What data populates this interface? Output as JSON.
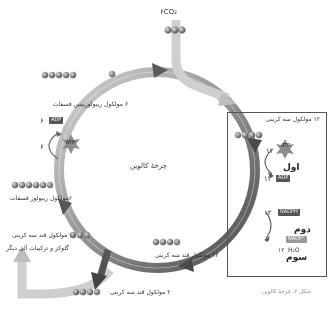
{
  "top_label": "۶CO₂",
  "center_label": "چرخهٔ کالوین",
  "caption": "شکل ۲ـ چرخهٔ کالوین",
  "labels": {
    "rubp_6": "۶ مولکول ریبولوزبیس فسفات",
    "rup_6": "۶مولکول ریبولوز فسفات",
    "g3p_10": "۱۰ مولکول قند سه کربنی",
    "glucose_etc": "گلوکز و ترکیبات آلی دیگر",
    "g3p_2": "۲ مولکول قند سه کربنی",
    "g3p_12": "۱۲ مولکول قند سه کربنی",
    "acid_12": "۱۲ مولکول سه کربنی"
  },
  "stage_left": {
    "adp_count": "۶",
    "adp_label": "ADP",
    "atp_count": "۶",
    "atp_label": "ATP"
  },
  "box": {
    "step1": "اول",
    "step2": "دوم",
    "step3": "سوم",
    "atp_count": "۱۲",
    "atp_label": "ATP",
    "adp_count": "۱۲",
    "adp_label": "ADP",
    "nadph_count": "۱۲",
    "nadph_label": "NADPH",
    "nadp_label": "NADP⁺",
    "h2o_count": "۱۲",
    "h2o_label": "H₂O"
  },
  "colors": {
    "arrow_dark": "#4a4a4a",
    "arrow_light": "#d0d0d0",
    "molecule": "#7a7a7a",
    "phosphate": "#7d7d7d",
    "atp": "#9a9a9a"
  }
}
